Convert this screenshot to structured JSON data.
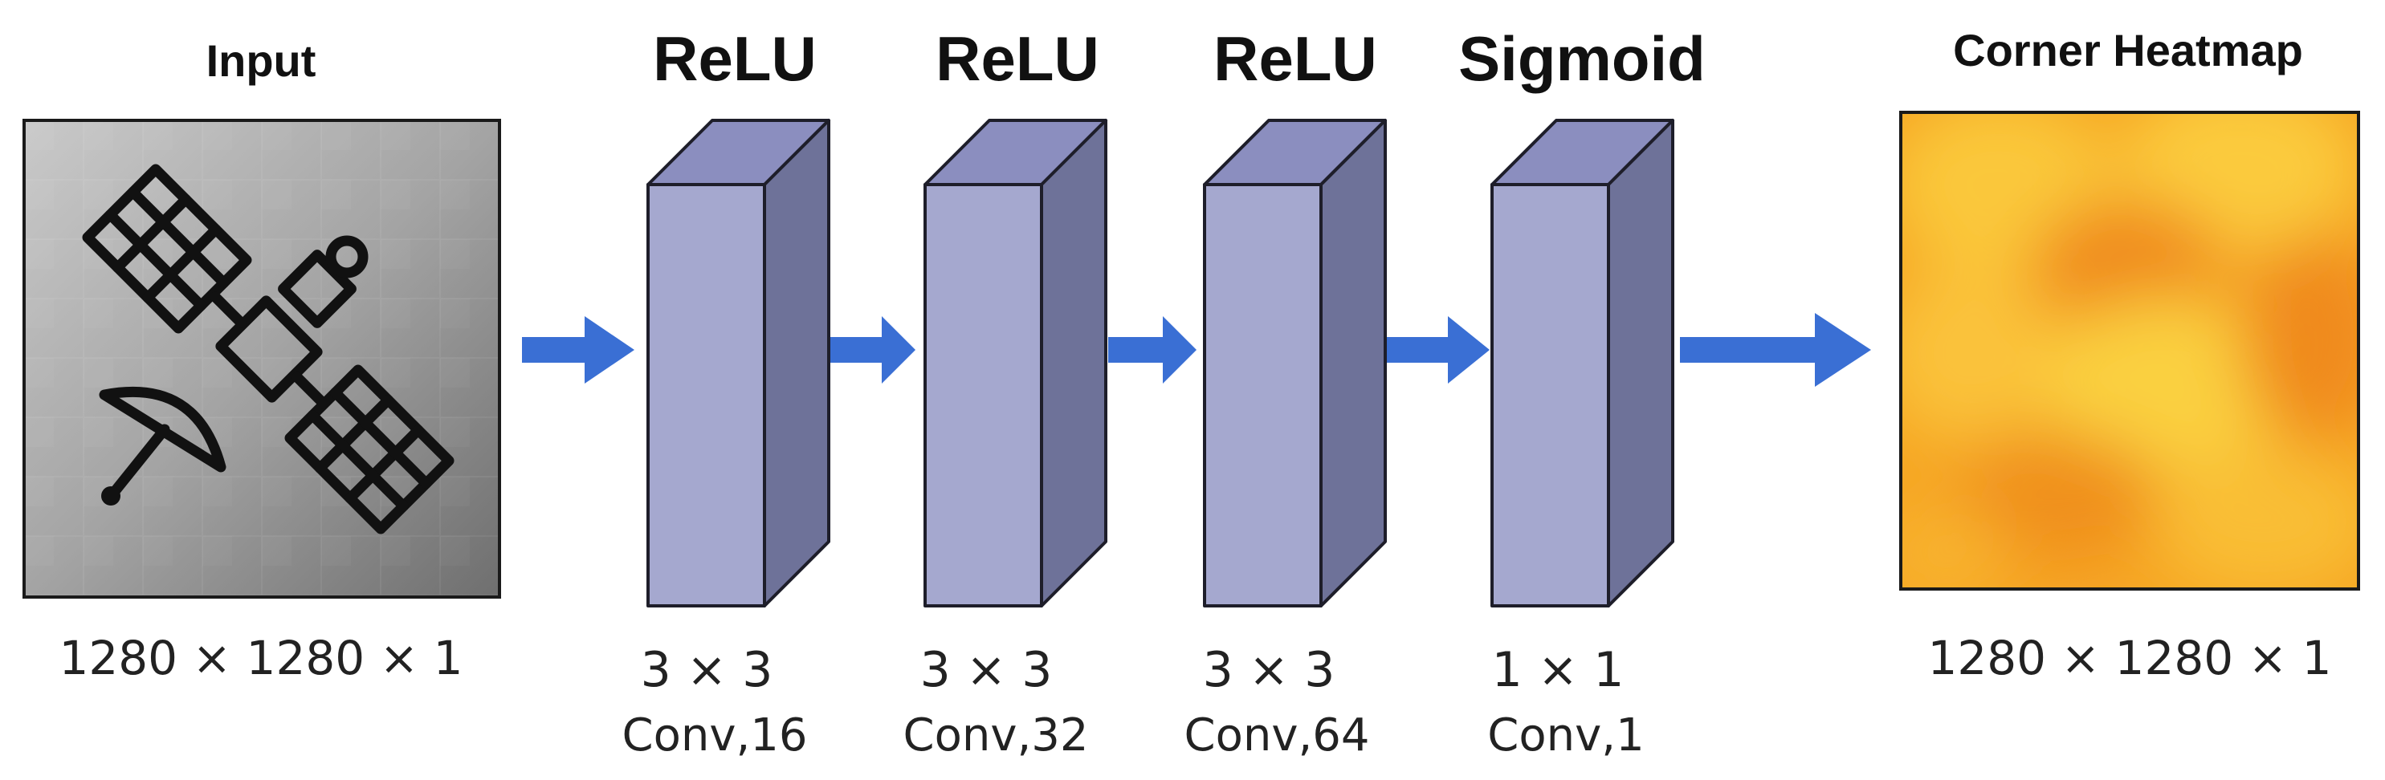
{
  "input": {
    "title": "Input",
    "dims": "1280 × 1280 × 1",
    "icon": "satellite-icon"
  },
  "layers": [
    {
      "activation": "ReLU",
      "kernel": "3 × 3",
      "conv": "Conv,16"
    },
    {
      "activation": "ReLU",
      "kernel": "3 × 3",
      "conv": "Conv,32"
    },
    {
      "activation": "ReLU",
      "kernel": "3 × 3",
      "conv": "Conv,64"
    },
    {
      "activation": "Sigmoid",
      "kernel": "1 × 1",
      "conv": "Conv,1"
    }
  ],
  "output": {
    "title": "Corner Heatmap",
    "dims": "1280 × 1280 × 1"
  },
  "colors": {
    "arrow": "#3A6FD4",
    "block_front": "#A5A8CF",
    "block_top": "#8B8EBF",
    "block_side": "#6E7299",
    "block_edge": "#1E1E2A",
    "heatmap_base": "#F6A623",
    "heatmap_light": "#FAC83A",
    "heatmap_dark": "#F08A1C"
  }
}
